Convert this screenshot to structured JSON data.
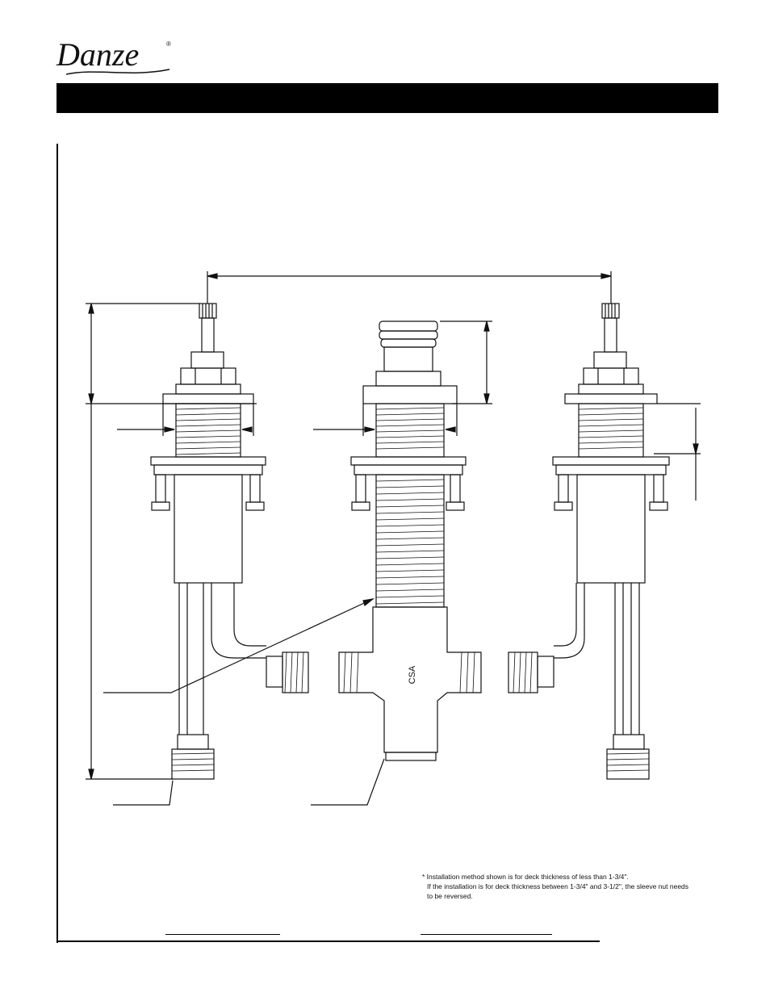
{
  "brand": {
    "logo_text": "Danze",
    "registered_mark": "®"
  },
  "drawing": {
    "body_marking": "CSA"
  },
  "note": {
    "line1": "* Installation method shown is for deck thickness of less than 1-3/4\".",
    "line2": "If the installation is for deck thickness between 1-3/4\" and 3-1/2\", the sleeve nut needs",
    "line3": "to be reversed."
  },
  "colors": {
    "ink": "#000000",
    "background": "#ffffff"
  }
}
